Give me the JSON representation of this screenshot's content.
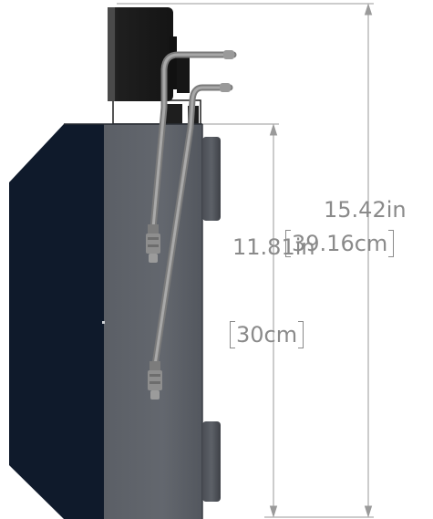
{
  "dimensions": {
    "overall_height": {
      "imperial": "15.42in",
      "metric": "39.16cm"
    },
    "body_height": {
      "imperial": "11.81in",
      "metric": "30cm"
    }
  },
  "colors": {
    "dimension_line": "#8a8a8a",
    "body_front": "#0f1a2b",
    "body_side": "#585c63",
    "body_side_light": "#6a6e75",
    "motor": "#1a1a1a",
    "tube": "#8d8d8d",
    "tube_highlight": "#b5b5b5"
  }
}
